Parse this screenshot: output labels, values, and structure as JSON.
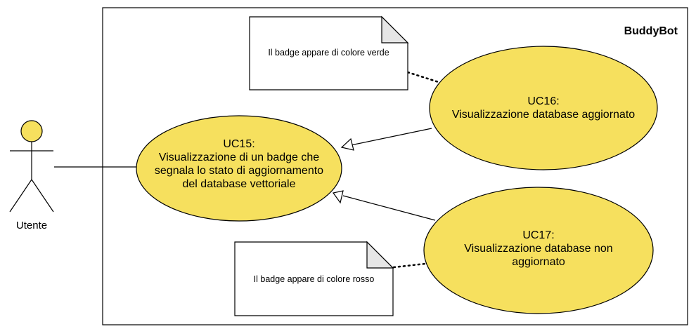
{
  "system": {
    "name": "BuddyBot"
  },
  "actor": {
    "name": "Utente"
  },
  "use_cases": {
    "uc15": {
      "id": "UC15:",
      "line1": "Visualizzazione di un badge che",
      "line2": "segnala lo stato di aggiornamento",
      "line3": "del database vettoriale"
    },
    "uc16": {
      "id": "UC16:",
      "line1": "Visualizzazione database aggiornato"
    },
    "uc17": {
      "id": "UC17:",
      "line1": "Visualizzazione database non",
      "line2": "aggiornato"
    }
  },
  "notes": {
    "green": "Il badge appare di colore verde",
    "red": "Il badge appare di colore rosso"
  },
  "colors": {
    "use_case_fill": "#F6E05E",
    "actor_fill": "#F6E05E",
    "note_fill": "#FFFFFF",
    "stroke": "#000000"
  }
}
